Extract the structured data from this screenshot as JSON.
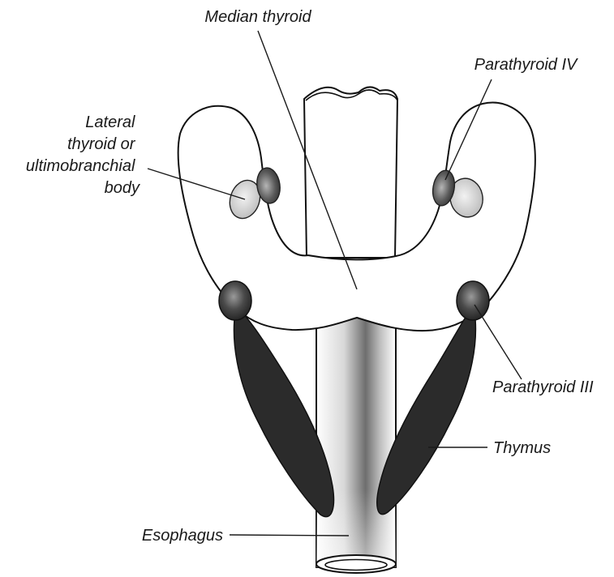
{
  "labels": {
    "median_thyroid": "Median thyroid",
    "parathyroid_iv": "Parathyroid IV",
    "lateral_thyroid": [
      "Lateral",
      "thyroid or",
      "ultimobranchial",
      "body"
    ],
    "parathyroid_iii": "Parathyroid III",
    "thymus": "Thymus",
    "esophagus": "Esophagus"
  },
  "colors": {
    "outline": "#111111",
    "thymus": "#2b2b2b",
    "parathyroid": "#3a3a3a",
    "lateral_thyroid": "#cfcfcf",
    "esophagus_shade": "#8a8a8a"
  }
}
